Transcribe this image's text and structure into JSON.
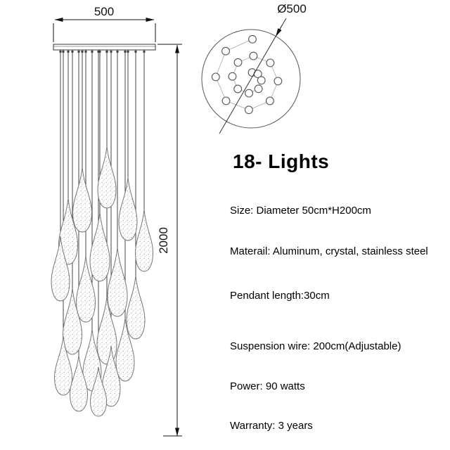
{
  "drawing": {
    "width_label": "500",
    "height_label": "2000",
    "diameter_label": "Ø500"
  },
  "product": {
    "title": "18- Lights",
    "specs": [
      "Size: Diameter 50cm*H200cm",
      "Materail: Aluminum, crystal, stainless steel",
      "Pendant length:30cm",
      "Suspension wire: 200cm(Adjustable)",
      "Power: 90 watts",
      "Warranty: 3 years"
    ]
  }
}
